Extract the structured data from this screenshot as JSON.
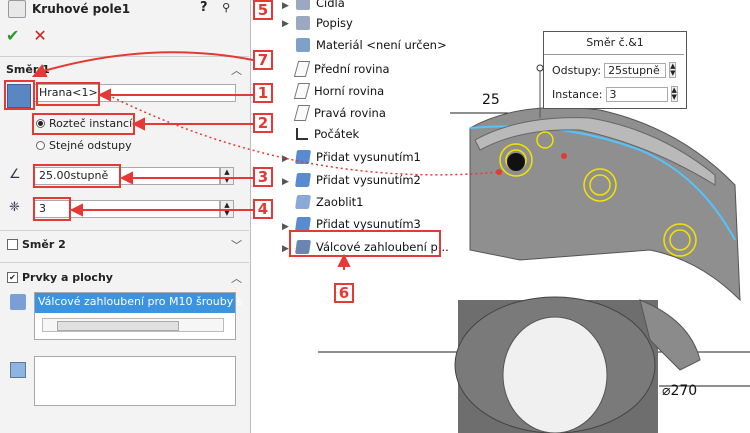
{
  "panel": {
    "title": "Kruhové pole1",
    "help_icon": "?",
    "ok_label": "✔",
    "cancel_label": "✕",
    "direction1": {
      "header": "Směr 1",
      "edge_value": "Hrana<1>",
      "radio_instance_spacing": "Rozteč instancí",
      "radio_equal_spacing": "Stejné odstupy",
      "angle_value": "25.00stupně",
      "count_value": "3"
    },
    "direction2": {
      "header": "Směr 2"
    },
    "features_faces": {
      "header": "Prvky a plochy",
      "selected_item": "Válcové zahloubení pro M10 šrouby s"
    }
  },
  "tree": {
    "items": [
      {
        "label": "Čidla",
        "icon": "sensor-icon",
        "expand": "▶"
      },
      {
        "label": "Popisy",
        "icon": "annotations-icon",
        "expand": "▶"
      },
      {
        "label": "Materiál <není určen>",
        "icon": "material-icon",
        "expand": ""
      },
      {
        "label": "Přední rovina",
        "icon": "plane-icon",
        "expand": ""
      },
      {
        "label": "Horní rovina",
        "icon": "plane-icon",
        "expand": ""
      },
      {
        "label": "Pravá rovina",
        "icon": "plane-icon",
        "expand": ""
      },
      {
        "label": "Počátek",
        "icon": "origin-icon",
        "expand": ""
      },
      {
        "label": "Přidat vysunutím1",
        "icon": "extrude-icon",
        "expand": "▶"
      },
      {
        "label": "Přidat vysunutím2",
        "icon": "extrude-icon",
        "expand": "▶"
      },
      {
        "label": "Zaoblit1",
        "icon": "fillet-icon",
        "expand": ""
      },
      {
        "label": "Přidat vysunutím3",
        "icon": "extrude-icon",
        "expand": "▶"
      },
      {
        "label": "Válcové zahloubení p...",
        "icon": "hole-icon",
        "expand": "▶"
      }
    ]
  },
  "callouts": [
    "1",
    "2",
    "3",
    "4",
    "5",
    "6",
    "7"
  ],
  "dim_box": {
    "title": "Směr č.&1",
    "spacing_label": "Odstupy:",
    "spacing_value": "25stupně",
    "instances_label": "Instance:",
    "instances_value": "3"
  },
  "dims": {
    "d25": "25",
    "d270": "270"
  },
  "colors": {
    "callout_red": "#e53935",
    "selection_blue": "#3c93e0",
    "ok_green": "#2a9a2a"
  }
}
